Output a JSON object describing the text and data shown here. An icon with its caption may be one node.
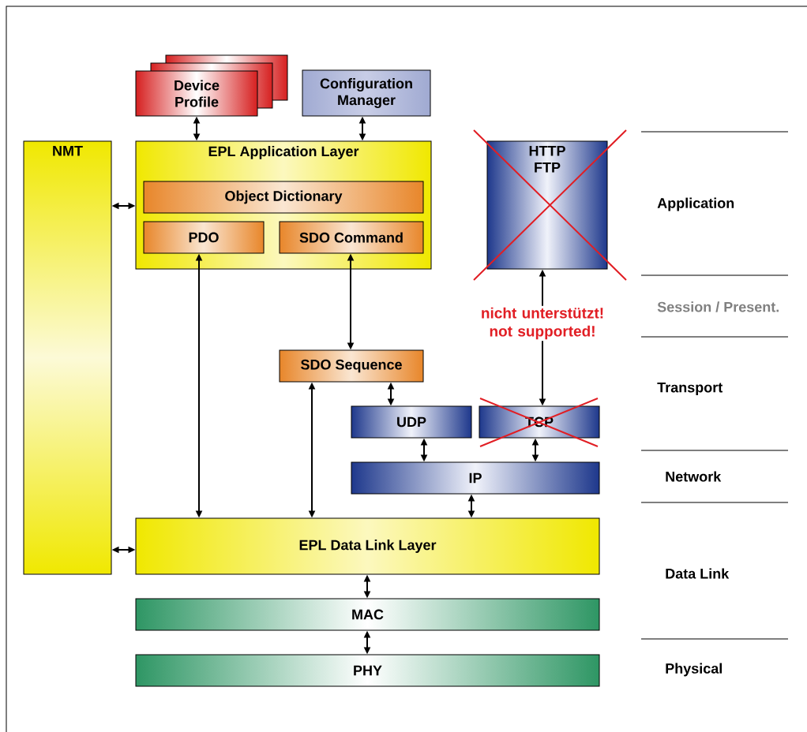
{
  "diagram": {
    "nodes": [
      {
        "text": [
          "Device Profile"
        ]
      },
      {
        "text": [
          "Configuration Manager"
        ]
      },
      {
        "text": [
          "NMT"
        ]
      },
      {
        "text": [
          "EPL Application Layer"
        ]
      },
      {
        "text": [
          "Object Dictionary"
        ],
        "in": 3
      },
      {
        "text": [
          "PDO"
        ],
        "in": 3
      },
      {
        "text": [
          "SDO Command"
        ],
        "in": 3
      },
      {
        "text": [
          "HTTP FTP"
        ]
      },
      {
        "text": [
          "SDO Sequence"
        ]
      },
      {
        "text": [
          "UDP"
        ]
      },
      {
        "text": [
          "TCP"
        ]
      },
      {
        "text": [
          "IP"
        ]
      },
      {
        "text": [
          "EPL Data Link Layer"
        ]
      },
      {
        "text": [
          "MAC"
        ]
      },
      {
        "text": [
          "PHY"
        ]
      }
    ],
    "edges": [
      {
        "from": 0,
        "to": 3,
        "arrow": "both"
      },
      {
        "from": 1,
        "to": 3,
        "arrow": "both"
      },
      {
        "from": 2,
        "to": 3,
        "arrow": "both"
      },
      {
        "from": 5,
        "to": 12,
        "arrow": "both"
      },
      {
        "from": 6,
        "to": 8,
        "arrow": "both"
      },
      {
        "from": 8,
        "to": 12,
        "arrow": "both"
      },
      {
        "from": 8,
        "to": 9,
        "arrow": "both"
      },
      {
        "from": 10,
        "to": 7,
        "arrow": "both",
        "label": "nicht unterstützt! not supported!"
      },
      {
        "from": 9,
        "to": 11,
        "arrow": "both"
      },
      {
        "from": 10,
        "to": 11,
        "arrow": "both"
      },
      {
        "from": 11,
        "to": 12,
        "arrow": "both"
      },
      {
        "from": 2,
        "to": 12,
        "arrow": "both"
      },
      {
        "from": 12,
        "to": 13,
        "arrow": "both"
      },
      {
        "from": 13,
        "to": 14,
        "arrow": "both"
      }
    ],
    "labels": [
      "Application",
      "Session / Present.",
      "Transport",
      "Network",
      "Data Link",
      "Physical"
    ]
  }
}
